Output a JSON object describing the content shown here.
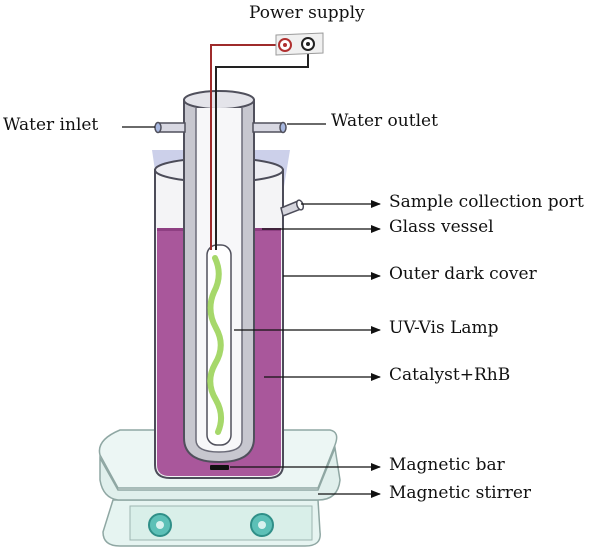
{
  "labels": {
    "power_supply": "Power supply",
    "water_inlet": "Water inlet",
    "water_outlet": "Water outlet",
    "sample_collection_port": "Sample collection port",
    "glass_vessel": "Glass vessel",
    "outer_dark_cover": "Outer dark cover",
    "uv_vis_lamp": "UV-Vis Lamp",
    "catalyst_rhb": "Catalyst+RhB",
    "magnetic_bar": "Magnetic bar",
    "magnetic_stirrer": "Magnetic stirrer"
  },
  "power_terminals": {
    "positive": "+",
    "negative": "−"
  },
  "colors": {
    "solution": "#a9579b",
    "solution_dark": "#8e3f82",
    "cover_band": "#b9bfe0",
    "stirrer_base": "#dff0ec",
    "stirrer_knob": "#4fb9b1",
    "lamp_filament": "#a6d86a",
    "wire_red": "#9e2b2b",
    "wire_black": "#222222"
  }
}
